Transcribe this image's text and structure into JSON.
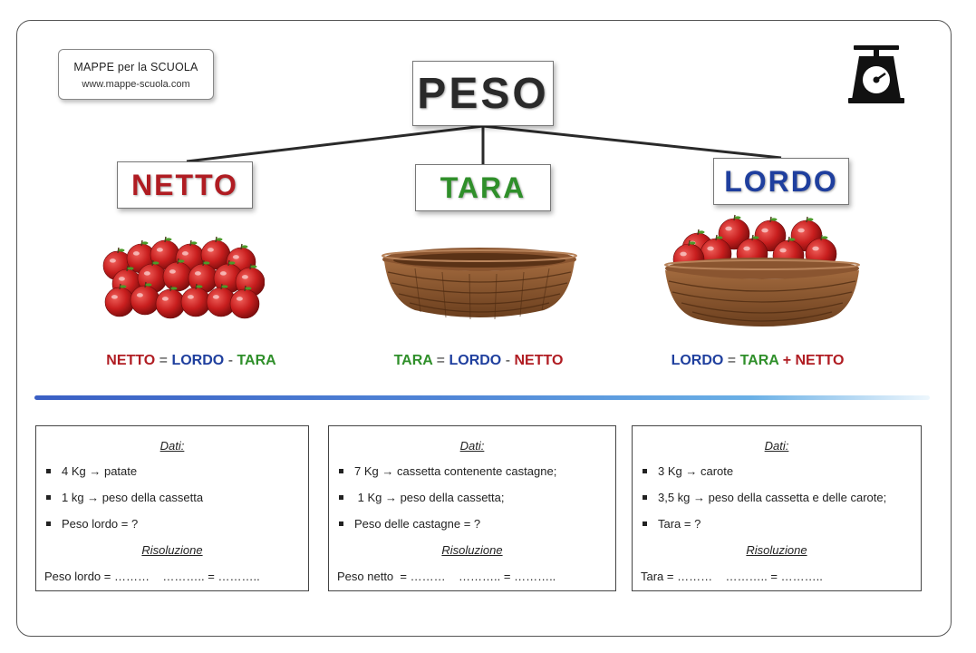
{
  "brand": {
    "name": "MAPPE per la SCUOLA",
    "url": "www.mappe-scuola.com"
  },
  "icons": {
    "top_right": "kitchen-scale-icon"
  },
  "colors": {
    "netto": "#b01c22",
    "tara": "#2f8f2a",
    "lordo": "#1f3f9e",
    "divider": "#4f84d6"
  },
  "main": {
    "title": "PESO"
  },
  "concepts": {
    "netto": {
      "title": "NETTO",
      "image": "apples"
    },
    "tara": {
      "title": "TARA",
      "image": "empty-wicker-basket"
    },
    "lordo": {
      "title": "LORDO",
      "image": "basket-with-apples"
    }
  },
  "formulas": {
    "netto": {
      "lhs": "NETTO",
      "eq": "=",
      "a": "LORDO",
      "op": "-",
      "b": "TARA"
    },
    "tara": {
      "lhs": "TARA",
      "eq": "=",
      "a": "LORDO",
      "op": "-",
      "b": "NETTO"
    },
    "lordo": {
      "lhs": "LORDO",
      "eq": "=",
      "a": "TARA",
      "op": "+",
      "b": "NETTO"
    }
  },
  "exercises": [
    {
      "heading": "Dati:",
      "items": [
        "4 Kg  →  patate",
        "1 kg → peso della cassetta",
        "Peso lordo = ?"
      ],
      "solution_heading": "Risoluzione",
      "solution_line": "Peso lordo = ………    ……….. = ……….."
    },
    {
      "heading": "Dati:",
      "items": [
        "7 Kg → cassetta contenente castagne;",
        " 1 Kg → peso della cassetta;",
        "Peso delle castagne = ?"
      ],
      "solution_heading": "Risoluzione",
      "solution_line": "Peso netto  = ………    ……….. = ……….."
    },
    {
      "heading": "Dati:",
      "items": [
        "3 Kg → carote",
        "3,5 kg → peso della cassetta e delle carote;",
        "Tara = ?"
      ],
      "solution_heading": "Risoluzione",
      "solution_line": "Tara = ………    ……….. = ……….."
    }
  ]
}
